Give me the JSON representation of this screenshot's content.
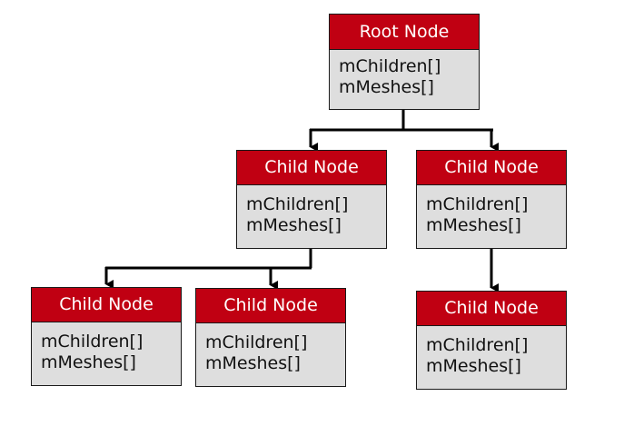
{
  "diagram": {
    "root": {
      "title": "Root Node",
      "field_children": "mChildren[]",
      "field_meshes": "mMeshes[]"
    },
    "children": [
      {
        "title": "Child Node",
        "field_children": "mChildren[]",
        "field_meshes": "mMeshes[]"
      },
      {
        "title": "Child Node",
        "field_children": "mChildren[]",
        "field_meshes": "mMeshes[]"
      },
      {
        "title": "Child Node",
        "field_children": "mChildren[]",
        "field_meshes": "mMeshes[]"
      },
      {
        "title": "Child Node",
        "field_children": "mChildren[]",
        "field_meshes": "mMeshes[]"
      },
      {
        "title": "Child Node",
        "field_children": "mChildren[]",
        "field_meshes": "mMeshes[]"
      }
    ],
    "colors": {
      "header_fill": "#c00012",
      "header_text": "#ffffff",
      "body_fill": "#dedede",
      "border": "#1a1a1a",
      "connector": "#000000"
    }
  }
}
